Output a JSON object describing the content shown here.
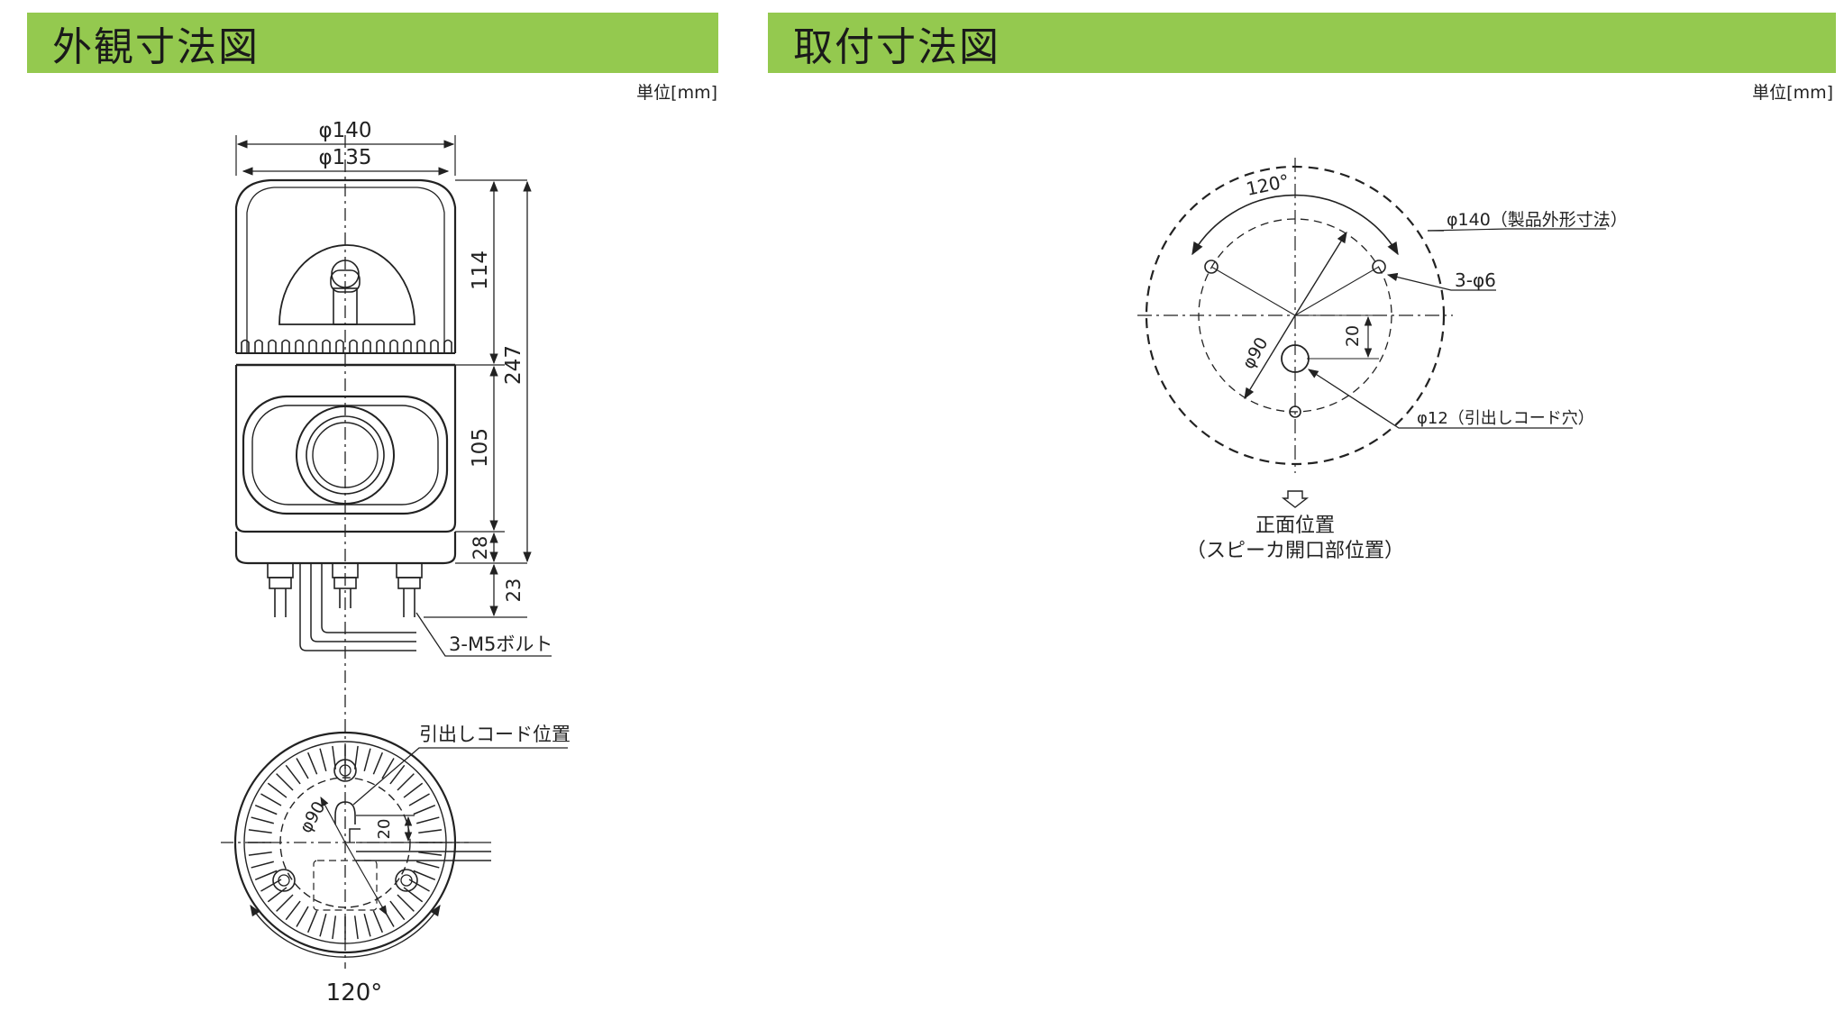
{
  "headers": {
    "left_title": "外観寸法図",
    "right_title": "取付寸法図",
    "left_unit": "単位[mm]",
    "right_unit": "単位[mm]"
  },
  "left_view": {
    "dim_phi140": "φ140",
    "dim_phi135": "φ135",
    "dim_114": "114",
    "dim_247": "247",
    "dim_105": "105",
    "dim_28": "28",
    "dim_23": "23",
    "bolt_label": "3-M5ボルト",
    "cord_label": "引出しコード位置",
    "bottom_phi90": "φ90",
    "bottom_20": "20",
    "bottom_angle": "120°"
  },
  "right_view": {
    "angle": "120°",
    "outer_label": "φ140（製品外形寸法）",
    "holes_label": "3-φ6",
    "dim_20": "20",
    "dim_phi90": "φ90",
    "cord_hole_label": "φ12（引出しコード穴）",
    "front_line1": "正面位置",
    "front_line2": "（スピーカ開口部位置）"
  }
}
